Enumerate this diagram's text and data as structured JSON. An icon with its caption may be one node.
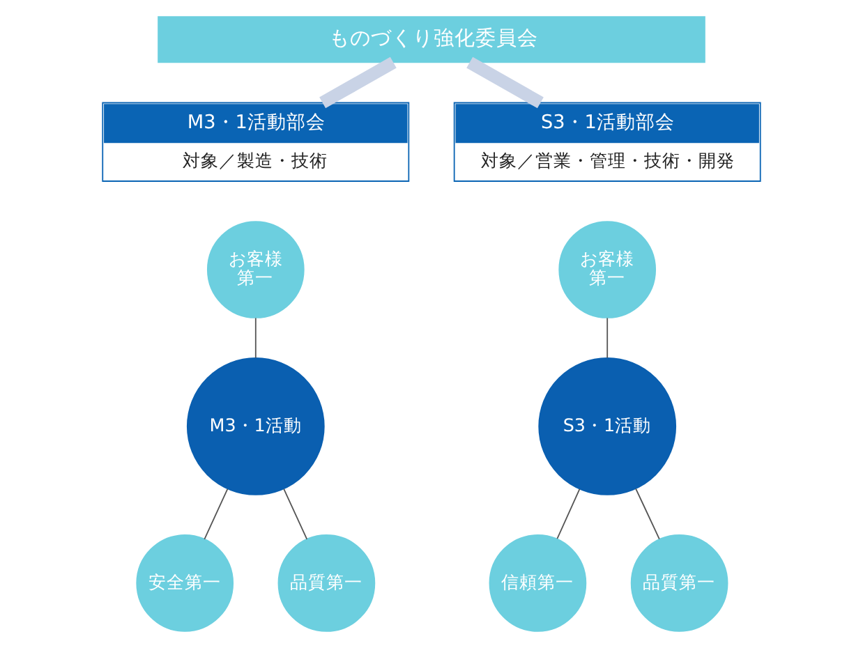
{
  "diagram": {
    "nodes": [
      {
        "text": [
          "ものづくり強化委員会"
        ]
      },
      {
        "text": [
          "M3・1活動部会",
          "対象／製造・技術"
        ]
      },
      {
        "text": [
          "S3・1活動部会",
          "対象／営業・管理・技術・開発"
        ]
      },
      {
        "text": [
          "お客様第一"
        ]
      },
      {
        "text": [
          "M3・1活動"
        ]
      },
      {
        "text": [
          "安全第一"
        ]
      },
      {
        "text": [
          "品質第一"
        ]
      },
      {
        "text": [
          "お客様第一"
        ]
      },
      {
        "text": [
          "S3・1活動"
        ]
      },
      {
        "text": [
          "信頼第一"
        ]
      },
      {
        "text": [
          "品質第一"
        ]
      }
    ],
    "edges": [
      {
        "from": 0,
        "to": 1,
        "arrow": "none",
        "style": "thick",
        "color": "#c9d3e6"
      },
      {
        "from": 0,
        "to": 2,
        "arrow": "none",
        "style": "thick",
        "color": "#c9d3e6"
      },
      {
        "from": 3,
        "to": 4,
        "arrow": "none"
      },
      {
        "from": 4,
        "to": 5,
        "arrow": "none"
      },
      {
        "from": 4,
        "to": 6,
        "arrow": "none"
      },
      {
        "from": 7,
        "to": 8,
        "arrow": "none"
      },
      {
        "from": 8,
        "to": 9,
        "arrow": "none"
      },
      {
        "from": 8,
        "to": 10,
        "arrow": "none"
      }
    ]
  }
}
